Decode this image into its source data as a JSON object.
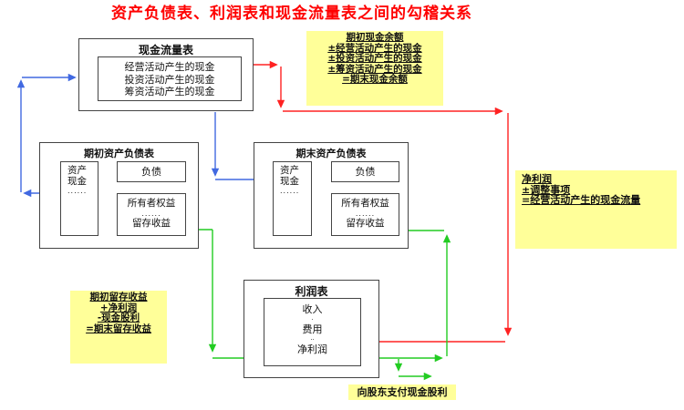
{
  "title": "资产负债表、利润表和现金流量表之间的勾稽关系",
  "colors": {
    "title": "#FF0000",
    "arrow_red": "#FF2222",
    "arrow_blue": "#4169E1",
    "arrow_green": "#22CC22",
    "note_bg": "#FFFF99",
    "box_border": "#444444"
  },
  "cash_flow_statement": {
    "label": "现金流量表",
    "items": [
      "经营活动产生的现金",
      "投资活动产生的现金",
      "筹资活动产生的现金"
    ]
  },
  "beginning_balance_sheet": {
    "label": "期初资产负债表",
    "assets_lines": [
      "资产",
      "现金",
      "......"
    ],
    "liabilities": "负债",
    "equity_title": "所有者权益",
    "equity_dots": "......",
    "equity_item": "留存收益"
  },
  "ending_balance_sheet": {
    "label": "期末资产负债表",
    "assets_lines": [
      "资产",
      "现金",
      "......"
    ],
    "liabilities": "负债",
    "equity_title": "所有者权益",
    "equity_dots": "......",
    "equity_item": "留存收益"
  },
  "income_statement": {
    "label": "利润表",
    "revenue": "收入",
    "sep1": "·",
    "expense": "费用",
    "sep2": "··",
    "net_profit": "净利润"
  },
  "notes": {
    "cash_reconciliation_lines": [
      "期初现金余额",
      "±经营活动产生的现金",
      "±投资活动产生的现金",
      "±筹资活动产生的现金",
      "=期末现金余额"
    ],
    "operating_cash_lines": [
      "净利润",
      "±调整事项",
      "=经营活动产生的现金流量"
    ],
    "retained_earnings_lines": [
      "期初留存收益",
      "+净利润",
      "-现金股利",
      "=期末留存收益"
    ],
    "dividend_label": "向股东支付现金股利"
  }
}
